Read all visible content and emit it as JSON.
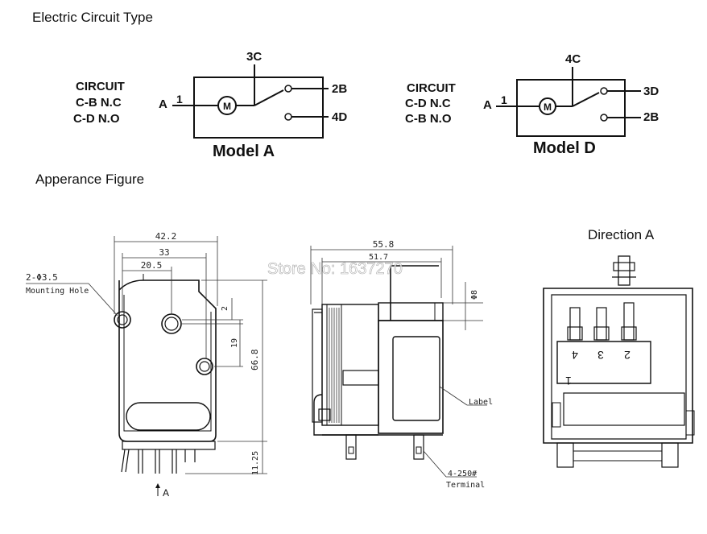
{
  "sections": {
    "circuit_title": "Electric Circuit Type",
    "appearance_title": "Apperance Figure"
  },
  "model_a": {
    "circuit_label": "CIRCUIT",
    "line1": "C-B N.C",
    "line2": "C-D N.O",
    "terminal_a": "A",
    "terminal_1": "1",
    "motor": "M",
    "terminal_3c": "3C",
    "terminal_2b": "2B",
    "terminal_4d": "4D",
    "name": "Model A"
  },
  "model_d": {
    "circuit_label": "CIRCUIT",
    "line1": "C-D N.C",
    "line2": "C-B N.O",
    "terminal_a": "A",
    "terminal_1": "1",
    "motor": "M",
    "terminal_4c": "4C",
    "terminal_3d": "3D",
    "terminal_2b": "2B",
    "name": "Model D"
  },
  "front_view": {
    "dim_width": "42.2",
    "dim_33": "33",
    "dim_20_5": "20.5",
    "mounting_label": "2-Φ3.5",
    "mounting_sub": "Mounting Hole",
    "dim_2": "2",
    "dim_19": "19",
    "dim_66_8": "66.8",
    "dim_11_25": "11.25",
    "arrow_label": "A"
  },
  "side_view": {
    "dim_55_8": "55.8",
    "dim_51_7": "51.7",
    "dim_phi8": "Φ8",
    "label_text": "Label",
    "terminal_line1": "4-250#",
    "terminal_line2": "Terminal"
  },
  "top_view": {
    "direction_label": "Direction A",
    "pin_4": "4",
    "pin_3": "3",
    "pin_2": "2",
    "pin_1": "1"
  },
  "watermark": "Store No: 1637270"
}
